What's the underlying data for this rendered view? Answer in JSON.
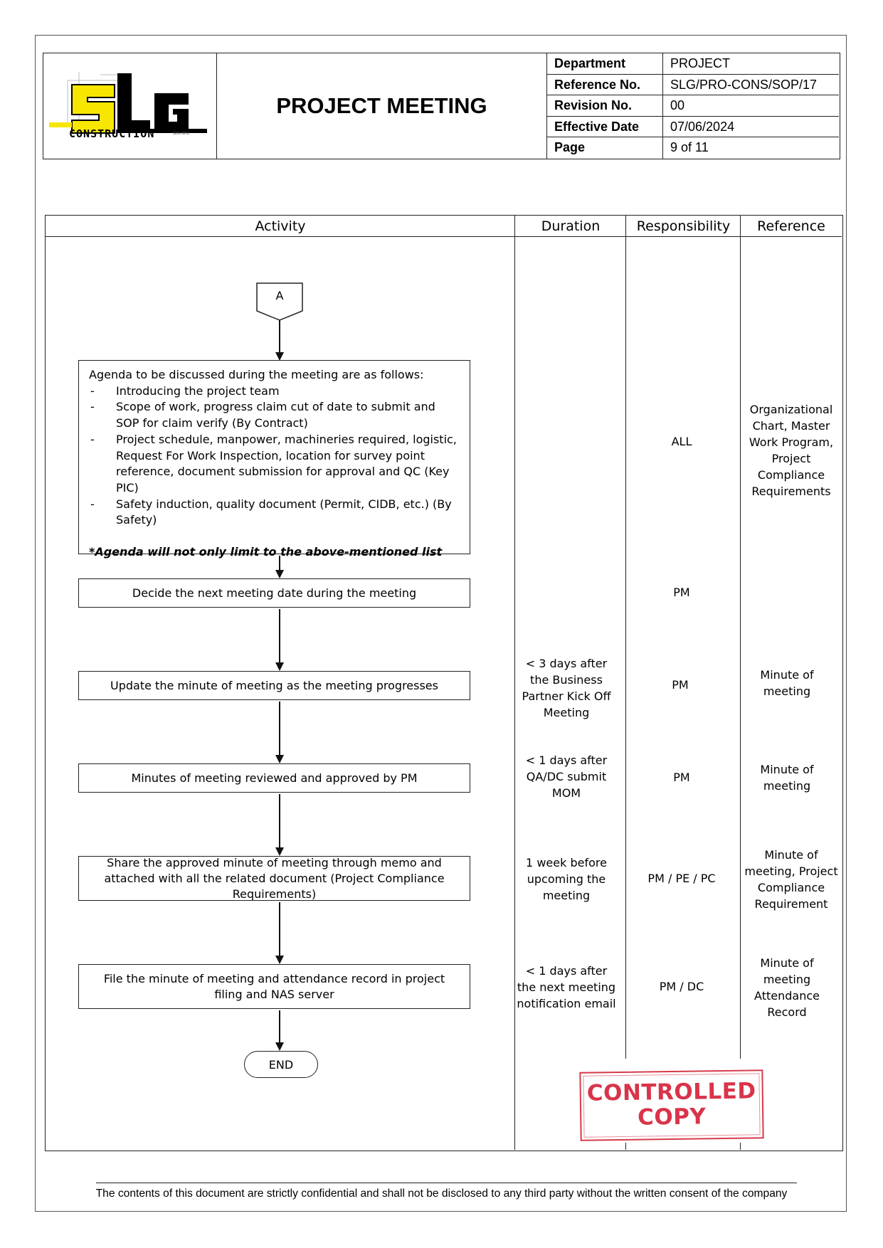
{
  "header": {
    "logo": {
      "mark": "SLG",
      "wordmark": "CONSTRUCTION",
      "suffix": "SDN BHD",
      "colors": {
        "yellow": "#f7e600",
        "black": "#000000"
      }
    },
    "title": "PROJECT MEETING",
    "meta": [
      {
        "key": "Department",
        "value": "PROJECT"
      },
      {
        "key": "Reference No.",
        "value": "SLG/PRO-CONS/SOP/17"
      },
      {
        "key": "Revision No.",
        "value": "00"
      },
      {
        "key": "Effective Date",
        "value": "07/06/2024"
      },
      {
        "key": "Page",
        "value": "9 of 11"
      }
    ]
  },
  "table": {
    "columns": [
      "Activity",
      "Duration",
      "Responsibility",
      "Reference"
    ]
  },
  "flow": {
    "connector": "A",
    "agenda": {
      "intro": "Agenda to be discussed during the meeting are as follows:",
      "items": [
        "Introducing the project team",
        "Scope of work, progress claim cut of date to submit and SOP for claim verify (By Contract)",
        "Project schedule, manpower, machineries required, logistic, Request For Work Inspection, location for survey point reference, document submission for approval and QC (Key PIC)",
        "Safety induction, quality document (Permit, CIDB, etc.) (By Safety)"
      ],
      "note": "*Agenda will not only limit to the above-mentioned list"
    },
    "steps": [
      {
        "activity": "Decide the next meeting date during the meeting",
        "duration": "",
        "responsibility": "PM",
        "reference": ""
      },
      {
        "activity": "Update the minute of meeting as the meeting progresses",
        "duration": "< 3 days after the Business Partner Kick Off Meeting",
        "responsibility": "PM",
        "reference": "Minute of meeting"
      },
      {
        "activity": "Minutes of meeting reviewed and approved by PM",
        "duration": "< 1 days after QA/DC submit MOM",
        "responsibility": "PM",
        "reference": "Minute of meeting"
      },
      {
        "activity": "Share the approved minute of meeting through memo and attached with all the related document (Project Compliance Requirements)",
        "duration": "1 week before upcoming the meeting",
        "responsibility": "PM / PE / PC",
        "reference": "Minute of meeting, Project Compliance Requirement"
      },
      {
        "activity": "File the minute of meeting and attendance record in project filing and NAS server",
        "duration": "< 1 days after the next meeting notification email",
        "responsibility": "PM / DC",
        "reference": "Minute of meeting Attendance Record"
      }
    ],
    "agenda_row": {
      "responsibility": "ALL",
      "reference": "Organizational Chart, Master Work Program, Project Compliance Requirements"
    },
    "end": "END"
  },
  "stamp": {
    "line1": "CONTROLLED",
    "line2": "COPY",
    "color": "#d8344a"
  },
  "footer": "The contents of this document are strictly confidential and shall not be disclosed to any third party without the written consent of the company"
}
